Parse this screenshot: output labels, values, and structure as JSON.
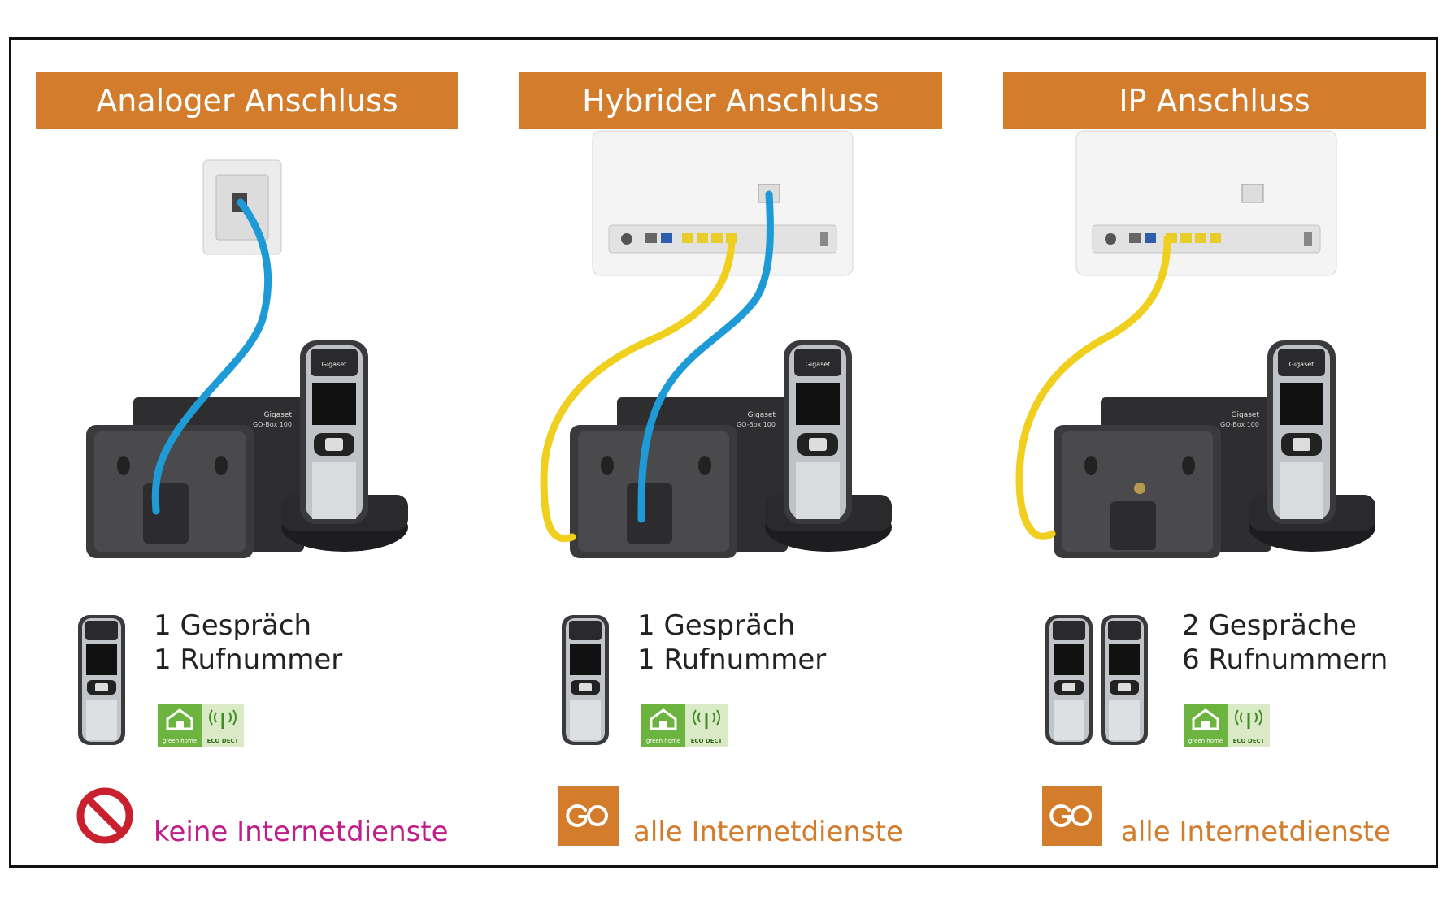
{
  "panels": [
    {
      "title": "Analoger Anschluss",
      "calls": "1 Gespräch",
      "numbers": "1 Rufnummer",
      "service_text": "keine Internetdienste",
      "service_icon": "no-entry-icon",
      "badge_left": "green home",
      "badge_right": "ECO DECT",
      "device_label": "Gigaset",
      "base_label_1": "Gigaset",
      "base_label_2": "GO-Box 100"
    },
    {
      "title": "Hybrider Anschluss",
      "calls": "1 Gespräch",
      "numbers": "1 Rufnummer",
      "service_text": "alle Internetdienste",
      "service_icon": "go-icon",
      "badge_left": "green home",
      "badge_right": "ECO DECT",
      "device_label": "Gigaset",
      "base_label_1": "Gigaset",
      "base_label_2": "GO-Box 100"
    },
    {
      "title": "IP Anschluss",
      "calls": "2 Gespräche",
      "numbers": "6 Rufnummern",
      "service_text": "alle Internetdienste",
      "service_icon": "go-icon",
      "badge_left": "green home",
      "badge_right": "ECO DECT",
      "device_label": "Gigaset",
      "base_label_1": "Gigaset",
      "base_label_2": "GO-Box 100"
    }
  ],
  "colors": {
    "header": "#d27c2c",
    "cable_blue": "#1e9ad6",
    "cable_yellow": "#f0cf1f",
    "no_service_text": "#c01d88",
    "service_text": "#d27c2c",
    "green_badge": "#6cb33f"
  }
}
